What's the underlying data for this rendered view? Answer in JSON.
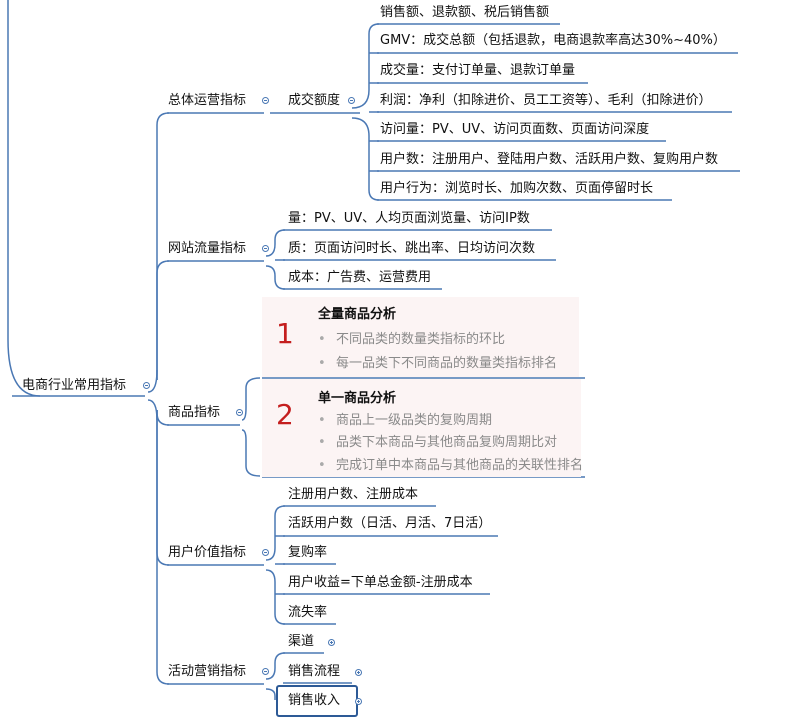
{
  "root": {
    "label": "电商行业常用指标"
  },
  "branches": [
    {
      "label": "总体运营指标",
      "child": {
        "label": "成交额度",
        "leaves": [
          "销售额、退款额、税后销售额",
          "GMV：成交总额（包括退款，电商退款率高达30%~40%）",
          "成交量：支付订单量、退款订单量",
          "利润：净利（扣除进价、员工工资等）、毛利（扣除进价）",
          "访问量：PV、UV、访问页面数、页面访问深度",
          "用户数：注册用户、登陆用户数、活跃用户数、复购用户数",
          "用户行为：浏览时长、加购次数、页面停留时长"
        ]
      }
    },
    {
      "label": "网站流量指标",
      "leaves": [
        "量：PV、UV、人均页面浏览量、访问IP数",
        "质：页面访问时长、跳出率、日均访问次数",
        "成本：广告费、运营费用"
      ]
    },
    {
      "label": "商品指标",
      "panels": [
        {
          "num": "1",
          "title": "全量商品分析",
          "items": [
            "不同品类的数量类指标的环比",
            "每一品类下不同商品的数量类指标排名"
          ]
        },
        {
          "num": "2",
          "title": "单一商品分析",
          "items": [
            "商品上一级品类的复购周期",
            "品类下本商品与其他商品复购周期比对",
            "完成订单中本商品与其他商品的关联性排名"
          ]
        }
      ]
    },
    {
      "label": "用户价值指标",
      "leaves": [
        "注册用户数、注册成本",
        "活跃用户数（日活、月活、7日活）",
        "复购率",
        "用户收益=下单总金额-注册成本",
        "流失率"
      ]
    },
    {
      "label": "活动营销指标",
      "leaves": [
        "渠道",
        "销售流程",
        "销售收入"
      ]
    }
  ],
  "bullet_char": "•",
  "colors": {
    "line": "#4a78b4",
    "number": "#c41e1e",
    "panel_bg": "#fcf4f4",
    "bullet_text": "#8a8a8a"
  }
}
